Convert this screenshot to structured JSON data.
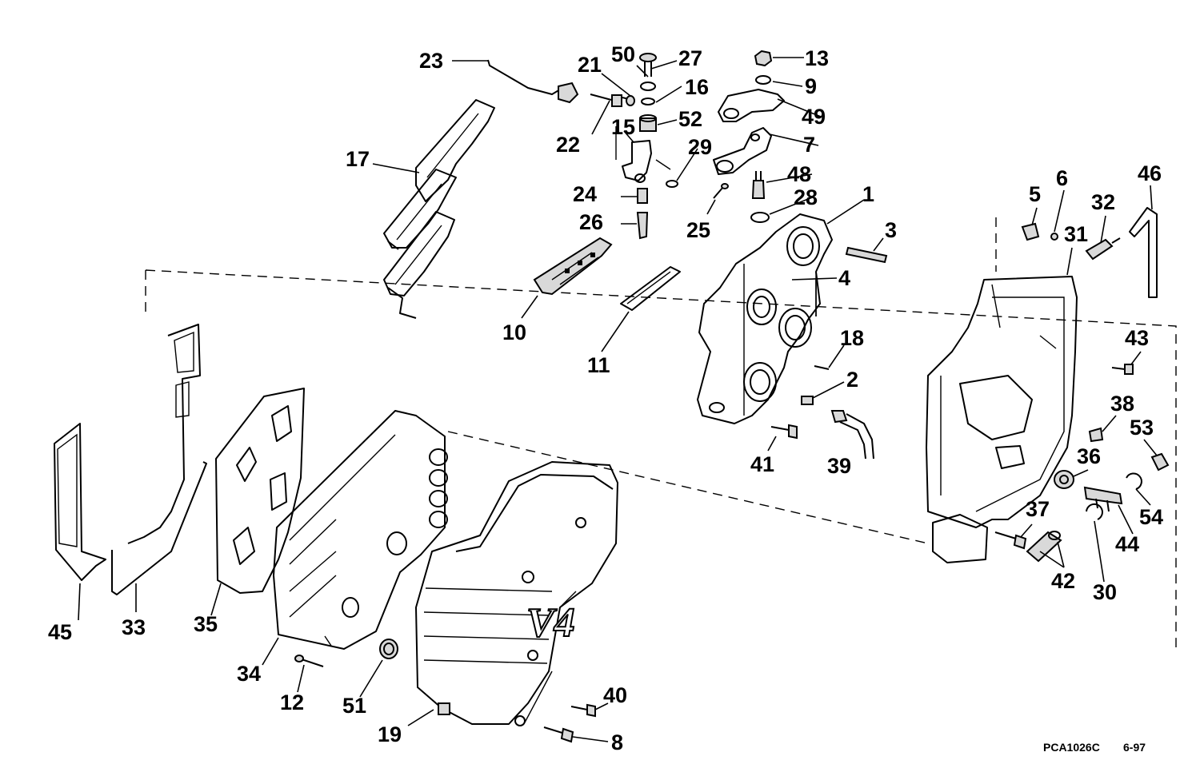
{
  "diagram": {
    "code": "PCA1026C",
    "date": "6-97",
    "cover_logo": "V4",
    "callouts": [
      "1",
      "2",
      "3",
      "4",
      "5",
      "6",
      "7",
      "8",
      "9",
      "10",
      "11",
      "12",
      "13",
      "15",
      "16",
      "17",
      "18",
      "19",
      "21",
      "22",
      "23",
      "24",
      "25",
      "26",
      "27",
      "28",
      "29",
      "30",
      "31",
      "32",
      "33",
      "34",
      "35",
      "36",
      "37",
      "38",
      "39",
      "40",
      "41",
      "42",
      "43",
      "44",
      "45",
      "46",
      "48",
      "49",
      "50",
      "51",
      "52",
      "53",
      "54"
    ]
  }
}
